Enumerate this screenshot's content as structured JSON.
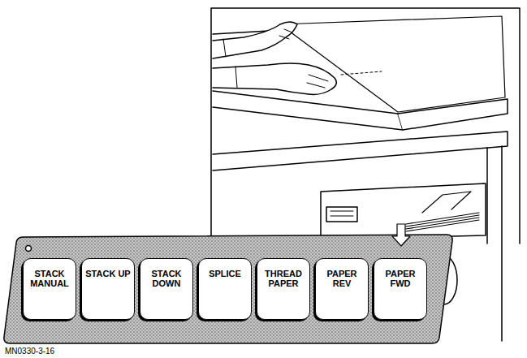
{
  "diagram": {
    "nodes": [
      {
        "text": [
          "STACK MANUAL"
        ]
      },
      {
        "text": [
          "STACK UP"
        ]
      },
      {
        "text": [
          "STACK DOWN"
        ]
      },
      {
        "text": [
          "SPLICE"
        ]
      },
      {
        "text": [
          "THREAD PAPER"
        ]
      },
      {
        "text": [
          "PAPER REV"
        ]
      },
      {
        "text": [
          "PAPER FWD"
        ]
      }
    ],
    "labels": [
      "MN0330-3-16"
    ]
  }
}
